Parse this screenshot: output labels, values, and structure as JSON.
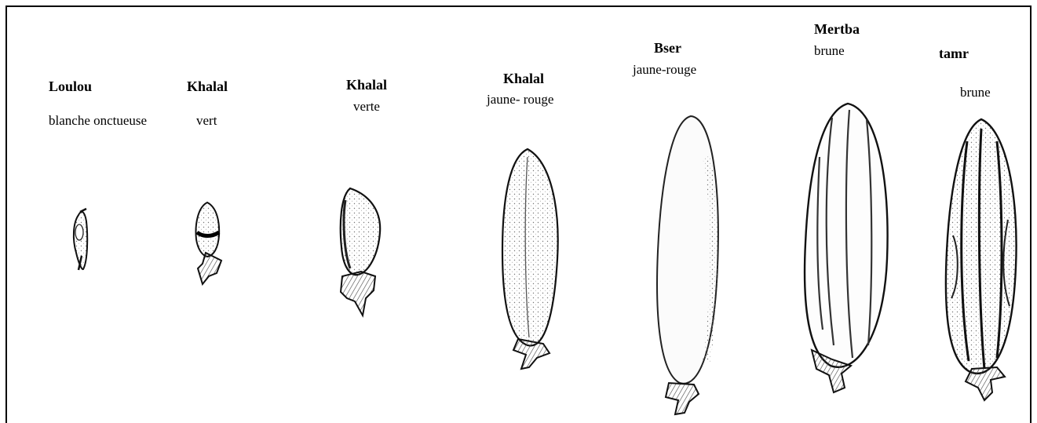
{
  "stages": [
    {
      "name": "Loulou",
      "color": "blanche onctueuse"
    },
    {
      "name": "Khalal",
      "color": "vert"
    },
    {
      "name": "Khalal",
      "color": "verte"
    },
    {
      "name": "Khalal",
      "color": "jaune- rouge"
    },
    {
      "name": "Bser",
      "color": "jaune-rouge"
    },
    {
      "name": "Mertba",
      "color": "brune"
    },
    {
      "name": "tamr",
      "color": "brune"
    }
  ],
  "illustrations": [
    "date-fruit-loulou-drawing",
    "date-fruit-khalal-vert-drawing",
    "date-fruit-khalal-verte-drawing",
    "date-fruit-khalal-jaune-rouge-drawing",
    "date-fruit-bser-drawing",
    "date-fruit-mertba-drawing",
    "date-fruit-tamr-drawing"
  ]
}
